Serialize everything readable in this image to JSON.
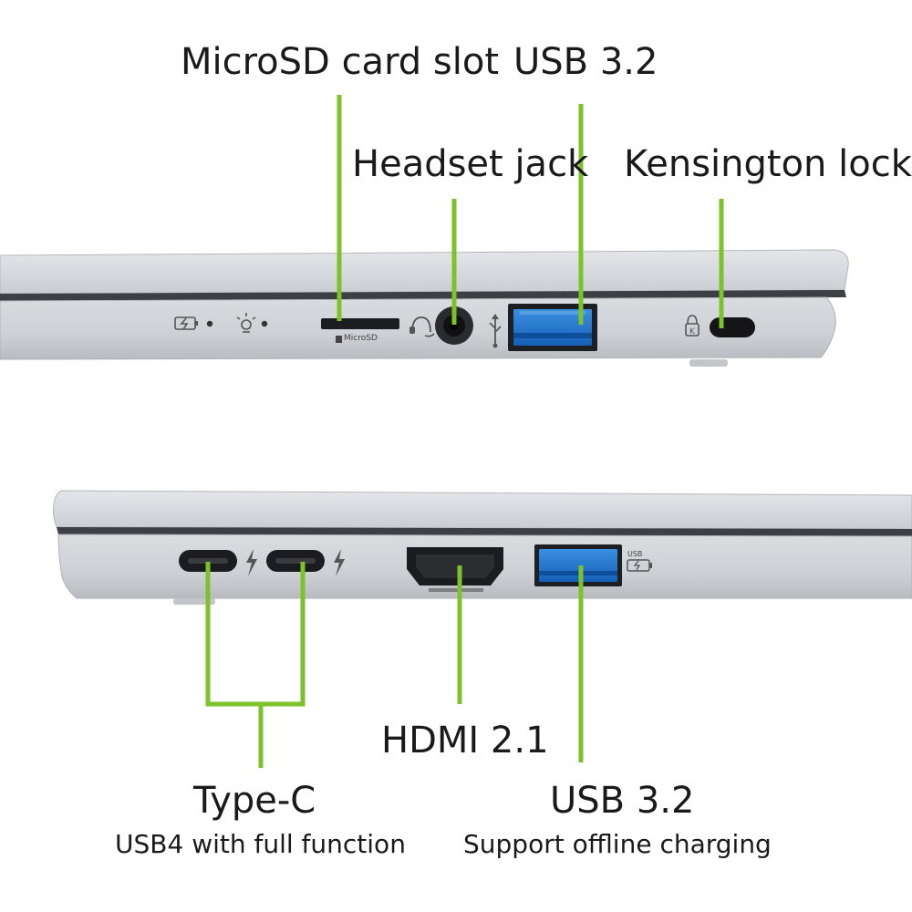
{
  "accent_color": "#7dc22b",
  "top_view": {
    "labels": {
      "microsd": "MicroSD card slot",
      "usb": "USB 3.2",
      "headset": "Headset jack",
      "kensington": "Kensington lock"
    },
    "port_text": {
      "microsd": "MicroSD"
    }
  },
  "bottom_view": {
    "labels": {
      "typec": "Type-C",
      "typec_sub": "USB4 with full function",
      "hdmi": "HDMI 2.1",
      "usb": "USB 3.2",
      "usb_sub": "Support offline charging"
    },
    "port_text": {
      "usb_icon": "USB"
    }
  },
  "icons": [
    "battery-charge-icon",
    "power-light-icon",
    "headset-icon",
    "usb-symbol-icon",
    "kensington-icon",
    "thunderbolt-icon",
    "usb-charge-icon"
  ]
}
